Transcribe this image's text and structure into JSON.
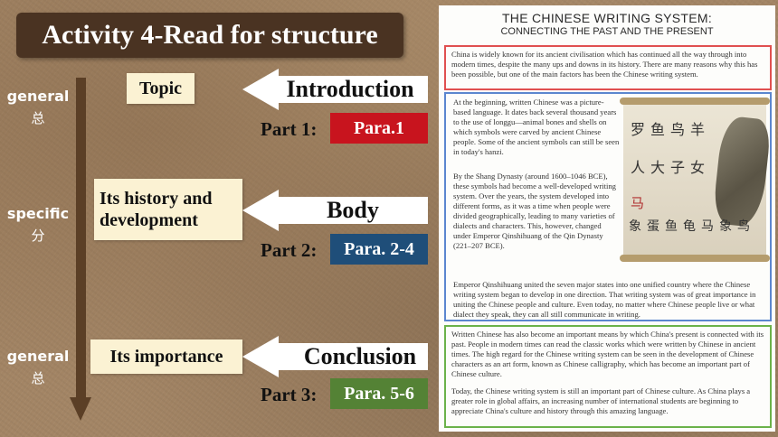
{
  "title": "Activity 4-Read for structure",
  "side": {
    "general1": "general",
    "general1_cn": "总",
    "specific": "specific",
    "specific_cn": "分",
    "general2": "general",
    "general2_cn": "总"
  },
  "labels": {
    "topic": "Topic",
    "history": "Its history and development",
    "importance": "Its importance"
  },
  "sections": {
    "intro": "Introduction",
    "body": "Body",
    "conclusion": "Conclusion"
  },
  "parts": [
    {
      "label": "Part 1:",
      "para": "Para.1",
      "color": "#c8141e"
    },
    {
      "label": "Part 2:",
      "para": "Para. 2-4",
      "color": "#1f4e79"
    },
    {
      "label": "Part 3:",
      "para": "Para. 5-6",
      "color": "#548235"
    }
  ],
  "doc": {
    "title": "THE CHINESE WRITING SYSTEM:",
    "subtitle": "CONNECTING THE PAST AND THE PRESENT",
    "para1": "China is widely known for its ancient civilisation which has continued all the way through into modern times, despite the many ups and downs in its history. There are many reasons why this has been possible, but one of the main factors has been the Chinese writing system.",
    "para2": "At the beginning, written Chinese was a picture-based language. It dates back several thousand years to the use of longgu—animal bones and shells on which symbols were carved by ancient Chinese people. Some of the ancient symbols can still be seen in today's hanzi.",
    "para3": "By the Shang Dynasty (around 1600–1046 BCE), these symbols had become a well-developed writing system. Over the years, the system developed into different forms, as it was a time when people were divided geographically, leading to many varieties of dialects and characters. This, however, changed under Emperor Qinshihuang of the Qin Dynasty (221–207 BCE).",
    "para4": "Emperor Qinshihuang united the seven major states into one unified country where the Chinese writing system began to develop in one direction. That writing system was of great importance in uniting the Chinese people and culture. Even today, no matter where Chinese people live or what dialect they speak, they can all still communicate in writing.",
    "para5": "Written Chinese has also become an important means by which China's present is connected with its past. People in modern times can read the classic works which were written by Chinese in ancient times. The high regard for the Chinese writing system can be seen in the development of Chinese characters as an art form, known as Chinese calligraphy, which has become an important part of Chinese culture.",
    "para6": "Today, the Chinese writing system is still an important part of Chinese culture. As China plays a greater role in global affairs, an increasing number of international students are beginning to appreciate China's culture and history through this amazing language."
  },
  "image_glyphs": {
    "row1": [
      "罗",
      "鱼",
      "鸟",
      "羊"
    ],
    "row2": [
      "人",
      "大",
      "子",
      "女"
    ],
    "row3": [
      "马"
    ],
    "row4": [
      "象",
      "蛋",
      "鱼",
      "龟",
      "马",
      "象",
      "鸟"
    ]
  }
}
